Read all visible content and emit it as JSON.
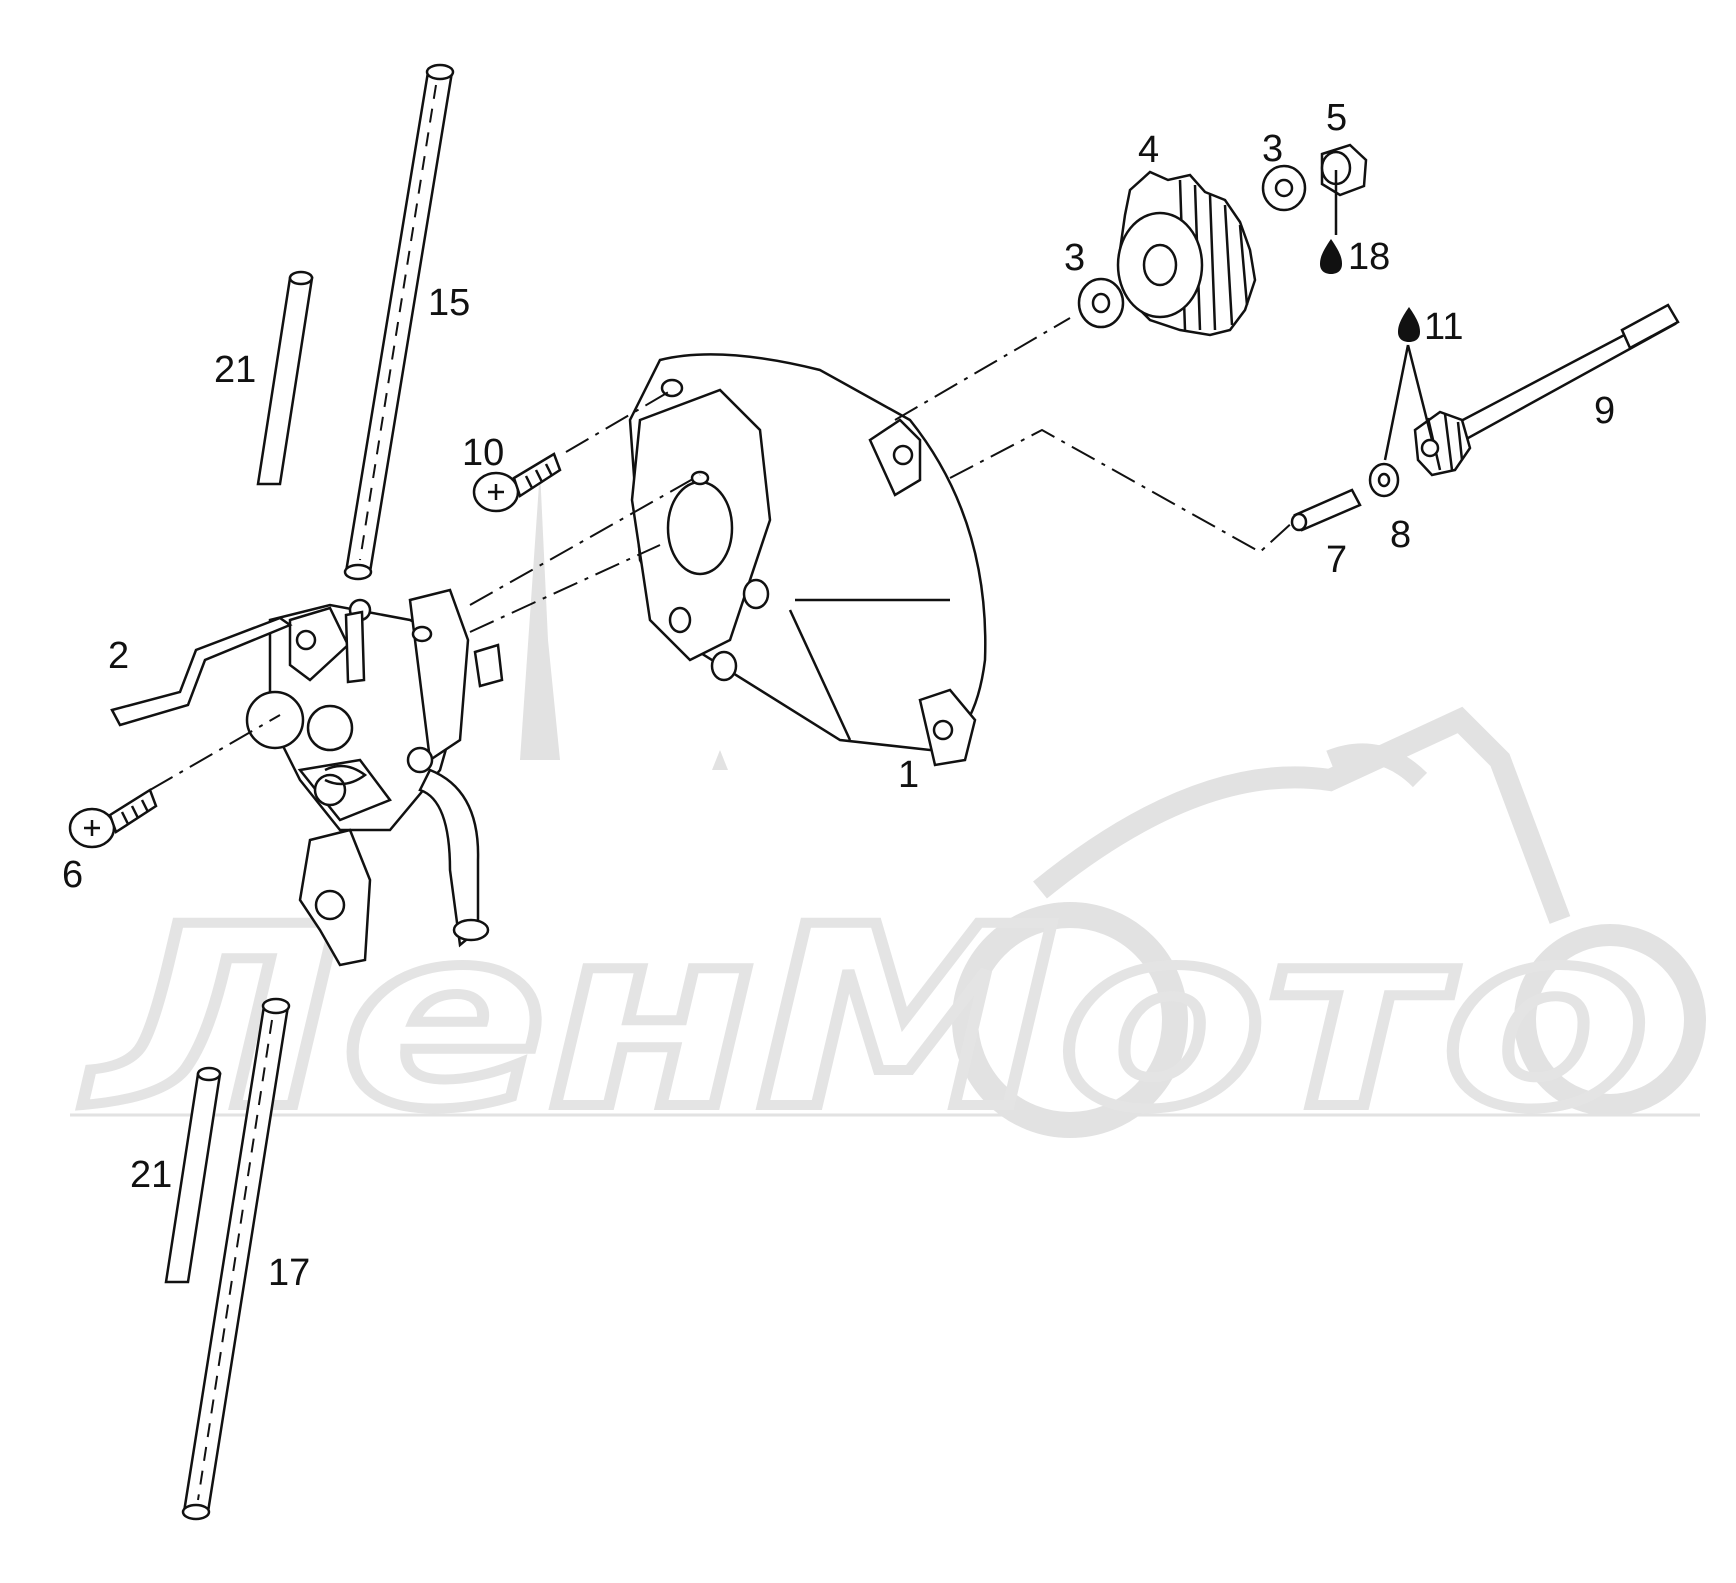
{
  "diagram": {
    "watermark": "ЛенМото",
    "colors": {
      "line": "#111111",
      "watermark": "#e2e2e2",
      "background": "#ffffff"
    },
    "callouts": [
      {
        "id": "c1",
        "text": "1"
      },
      {
        "id": "c2",
        "text": "2"
      },
      {
        "id": "c3a",
        "text": "3"
      },
      {
        "id": "c3b",
        "text": "3"
      },
      {
        "id": "c4",
        "text": "4"
      },
      {
        "id": "c5",
        "text": "5"
      },
      {
        "id": "c6",
        "text": "6"
      },
      {
        "id": "c7",
        "text": "7"
      },
      {
        "id": "c8",
        "text": "8"
      },
      {
        "id": "c9",
        "text": "9"
      },
      {
        "id": "c10",
        "text": "10"
      },
      {
        "id": "c11",
        "text": "11"
      },
      {
        "id": "c15",
        "text": "15"
      },
      {
        "id": "c17",
        "text": "17"
      },
      {
        "id": "c18",
        "text": "18"
      },
      {
        "id": "c21a",
        "text": "21"
      },
      {
        "id": "c21b",
        "text": "21"
      }
    ],
    "icons": [
      "oil-drop-icon",
      "oil-drop-icon"
    ]
  }
}
